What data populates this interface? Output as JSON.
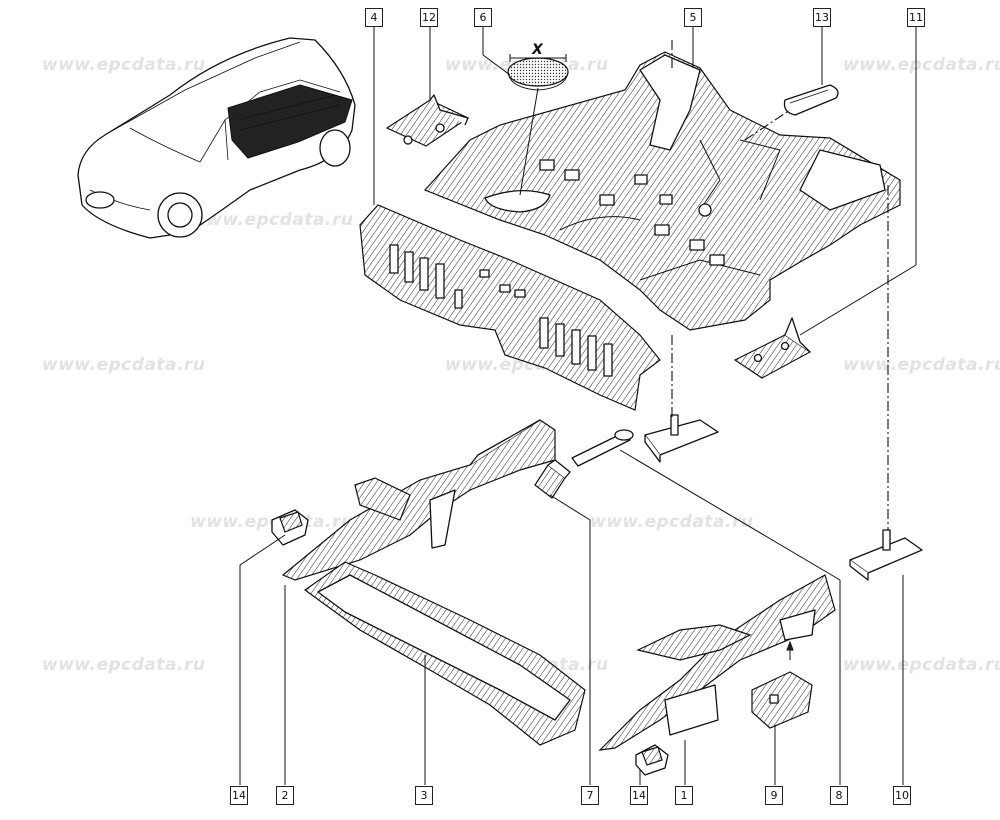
{
  "watermark": "www.epcdata.ru",
  "dimension_label": "X",
  "callouts": {
    "c4": "4",
    "c12": "12",
    "c6": "6",
    "c5": "5",
    "c13": "13",
    "c11": "11",
    "b14a": "14",
    "b2": "2",
    "b3": "3",
    "b7": "7",
    "b14b": "14",
    "b1": "1",
    "b9": "9",
    "b8": "8",
    "b10": "10"
  }
}
